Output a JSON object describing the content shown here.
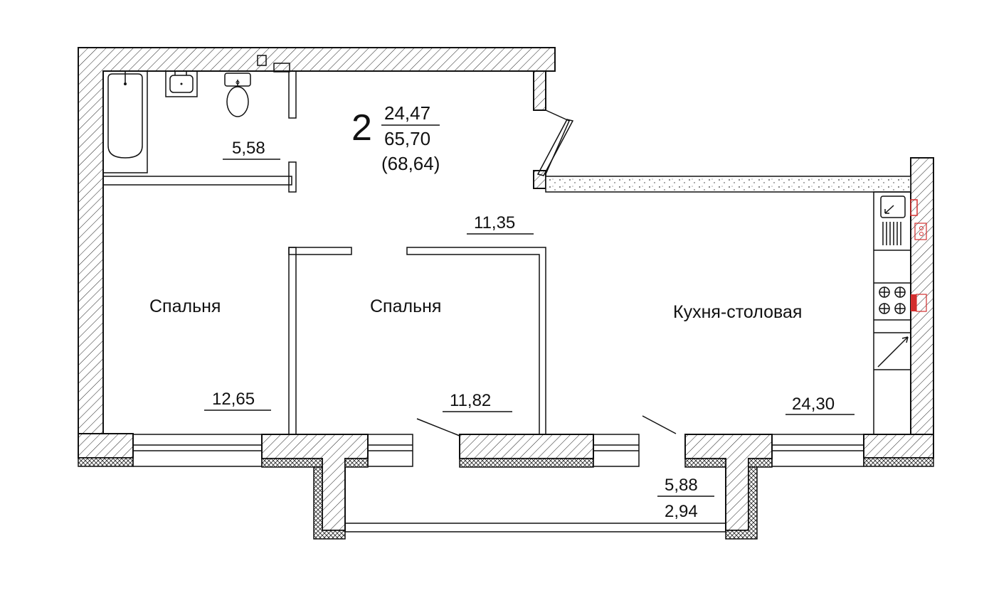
{
  "apartment": {
    "rooms_count": "2",
    "living_area": "24,47",
    "total_area": "65,70",
    "total_with_balcony": "(68,64)"
  },
  "rooms": {
    "bathroom_area": "5,58",
    "hall_area": "11,35",
    "bedroom1_label": "Спальня",
    "bedroom1_area": "12,65",
    "bedroom2_label": "Спальня",
    "bedroom2_area": "11,82",
    "kitchen_label": "Кухня-столовая",
    "kitchen_area": "24,30"
  },
  "balcony": {
    "area_top": "5,88",
    "area_bottom": "2,94"
  },
  "colors": {
    "line": "#111111",
    "appliance_accent": "#d32f2f"
  }
}
